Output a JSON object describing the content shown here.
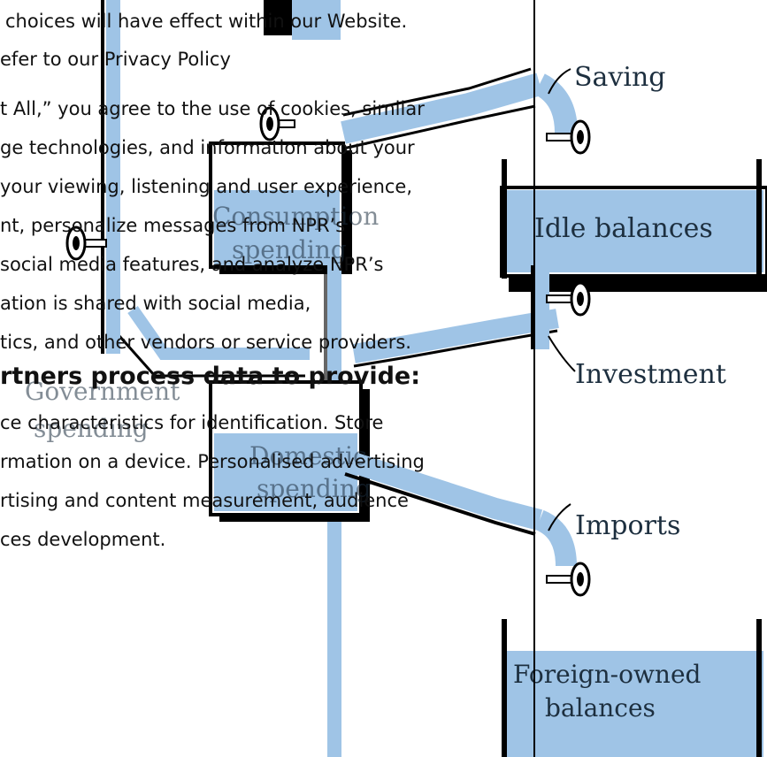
{
  "diagram": {
    "labels": {
      "saving": "Saving",
      "idle_balances": "Idle balances",
      "investment": "Investment",
      "imports": "Imports",
      "foreign_owned_1": "Foreign-owned",
      "foreign_owned_2": "balances",
      "consumption_1": "Consumption",
      "consumption_2": "spending",
      "government_1": "Government",
      "government_2": "spending",
      "domestic_1": "Domestic",
      "domestic_2": "spending"
    },
    "colors": {
      "water": "#9fc4e6",
      "outline": "#000000",
      "text": "#1d2f3f"
    },
    "icons": [
      "valve-icon"
    ]
  },
  "consent": {
    "lines": [
      "choices will have effect within our Website.",
      "efer to our Privacy Policy",
      "t All,” you agree to the use of cookies, similar",
      "ge technologies, and information about your",
      "your viewing, listening and user experience,",
      "nt, personalize messages from NPR’s",
      "social media features, and analyze NPR’s",
      "ation is shared with social media,",
      "tics, and other vendors or service providers."
    ],
    "heading": "rtners process data to provide:",
    "purposes": [
      "ce characteristics for identification. Store",
      "rmation on a device. Personalised advertising",
      "rtising and content measurement, audience",
      "ces development."
    ]
  }
}
